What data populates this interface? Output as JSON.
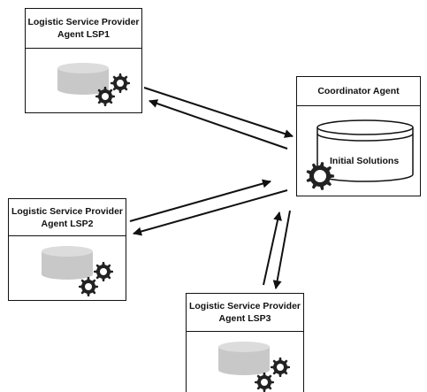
{
  "agents": {
    "lsp1": {
      "line1": "Logistic Service Provider",
      "line2": "Agent LSP1",
      "icons": [
        "database-icon",
        "gears-icon"
      ]
    },
    "lsp2": {
      "line1": "Logistic Service Provider",
      "line2": "Agent LSP2",
      "icons": [
        "database-icon",
        "gears-icon"
      ]
    },
    "lsp3": {
      "line1": "Logistic Service Provider",
      "line2": "Agent LSP3",
      "icons": [
        "database-icon",
        "gears-icon"
      ]
    },
    "coordinator": {
      "title": "Coordinator Agent",
      "store_label": "Initial Solutions",
      "icons": [
        "database-icon",
        "gear-icon"
      ]
    }
  },
  "colors": {
    "border": "#111111",
    "db_fill": "#c8c8c8",
    "db_top": "#dcdcdc",
    "gear": "#222222",
    "arrow": "#111111"
  }
}
